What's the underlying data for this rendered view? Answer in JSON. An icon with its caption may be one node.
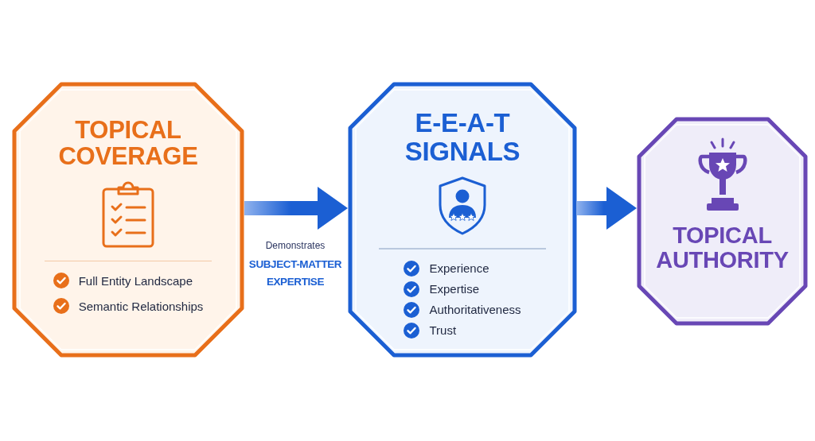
{
  "diagram": {
    "nodes": [
      {
        "text": [
          "TOPICAL COVERAGE",
          "Full Entity Landscape",
          "Semantic Relationships"
        ]
      },
      {
        "text": [
          "E-E-A-T SIGNALS",
          "Experience",
          "Expertise",
          "Authoritativeness",
          "Trust"
        ]
      },
      {
        "text": [
          "TOPICAL AUTHORITY"
        ]
      }
    ],
    "edges": [
      {
        "from": 0,
        "to": 1,
        "arrow": "to"
      },
      {
        "from": 1,
        "to": 2,
        "arrow": "to"
      }
    ],
    "labels": [
      "Demonstrates",
      "SUBJECT-MATTER EXPERTISE"
    ]
  }
}
